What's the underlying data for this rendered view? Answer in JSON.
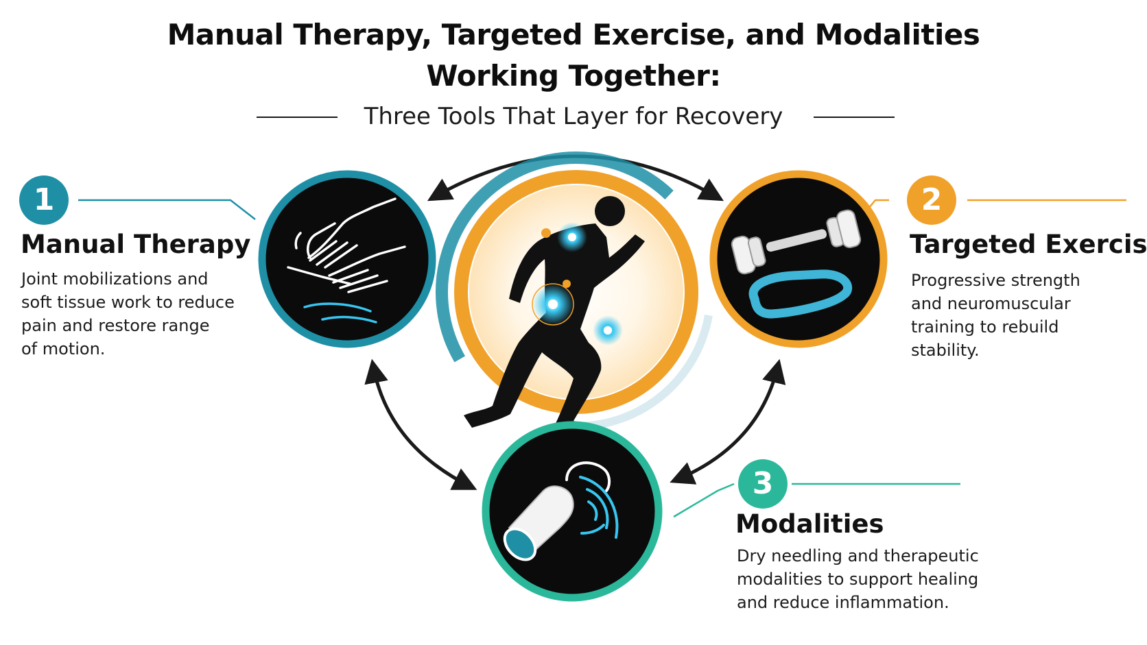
{
  "title": {
    "line1": "Manual Therapy, Targeted Exercise, and Modalities",
    "line2": "Working Together:"
  },
  "subtitle": "Three Tools That Layer for Recovery",
  "colors": {
    "manual": "#1f8fa6",
    "exercise": "#f0a12a",
    "modalities": "#2bb89a",
    "circle_fill": "#0b0b0b",
    "arrow": "#1a1a1a"
  },
  "center": {
    "icon": "running-figure-icon"
  },
  "tools": [
    {
      "number": "1",
      "title": "Manual Therapy",
      "desc_lines": [
        "Joint mobilizations and",
        "soft tissue work to reduce",
        "pain and restore range",
        "of motion."
      ],
      "icon": "hands-massage-icon"
    },
    {
      "number": "2",
      "title": "Targeted Exercise",
      "desc_lines": [
        "Progressive strength",
        "and neuromuscular",
        "training to rebuild",
        "stability."
      ],
      "icon": "dumbbell-band-icon"
    },
    {
      "number": "3",
      "title": "Modalities",
      "desc_lines": [
        "Dry needling and therapeutic",
        "modalities to support healing",
        "and reduce inflammation."
      ],
      "icon": "ultrasound-device-icon"
    }
  ]
}
